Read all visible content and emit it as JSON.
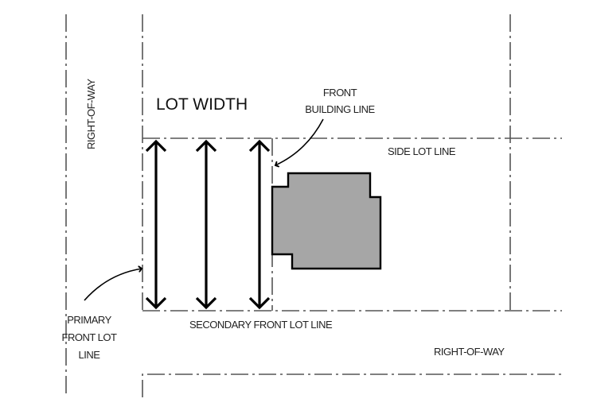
{
  "title": "LOT WIDTH",
  "labels": {
    "row_left": "RIGHT-OF-WAY",
    "row_bottom": "RIGHT-OF-WAY",
    "front_building_line": [
      "FRONT",
      "BUILDING LINE"
    ],
    "side_lot_line": "SIDE LOT LINE",
    "primary_front_lot_line": [
      "PRIMARY",
      "FRONT LOT",
      "LINE"
    ],
    "secondary_front_lot_line": "SECONDARY FRONT LOT LINE"
  },
  "colors": {
    "building_fill": "#a6a6a6",
    "line": "#555555"
  }
}
